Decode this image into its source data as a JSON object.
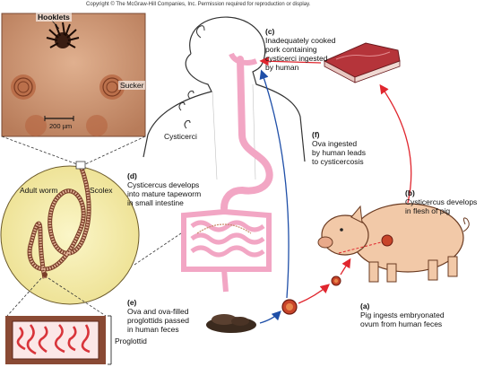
{
  "copyright": "Copyright © The McGraw-Hill Companies, Inc. Permission required for reproduction or display.",
  "micrograph": {
    "hooklets_label": "Hooklets",
    "sucker_label": "Sucker",
    "scale_label": "200 µm"
  },
  "worm": {
    "adult_label": "Adult worm",
    "scolex_label": "Scolex",
    "proglottid_label": "Proglottid"
  },
  "human": {
    "cysticerci_label": "Cysticerci"
  },
  "steps": {
    "a": {
      "letter": "(a)",
      "text": "Pig ingests embryonated\novum from human feces"
    },
    "b": {
      "letter": "(b)",
      "text": "Cysticercus develops\nin flesh of pig"
    },
    "c": {
      "letter": "(c)",
      "text": "Inadequately cooked\npork containing\ncysticerci ingested\nby human"
    },
    "d": {
      "letter": "(d)",
      "text": "Cysticercus develops\ninto mature tapeworm\nin small intestine"
    },
    "e": {
      "letter": "(e)",
      "text": "Ova and ova-filled\nproglottids passed\nin human feces"
    },
    "f": {
      "letter": "(f)",
      "text": "Ova ingested\nby human leads\nto cysticercosis"
    }
  },
  "colors": {
    "lifecycle_arrow": "#e0262e",
    "cysticercosis_arrow": "#1f4fa8",
    "pig_fill": "#f2c9a8",
    "gut_pink": "#f2a6c4",
    "meat_red": "#b5343a",
    "worm_ring": "#c98b6a",
    "micrograph_bg": "#c78c6c"
  }
}
